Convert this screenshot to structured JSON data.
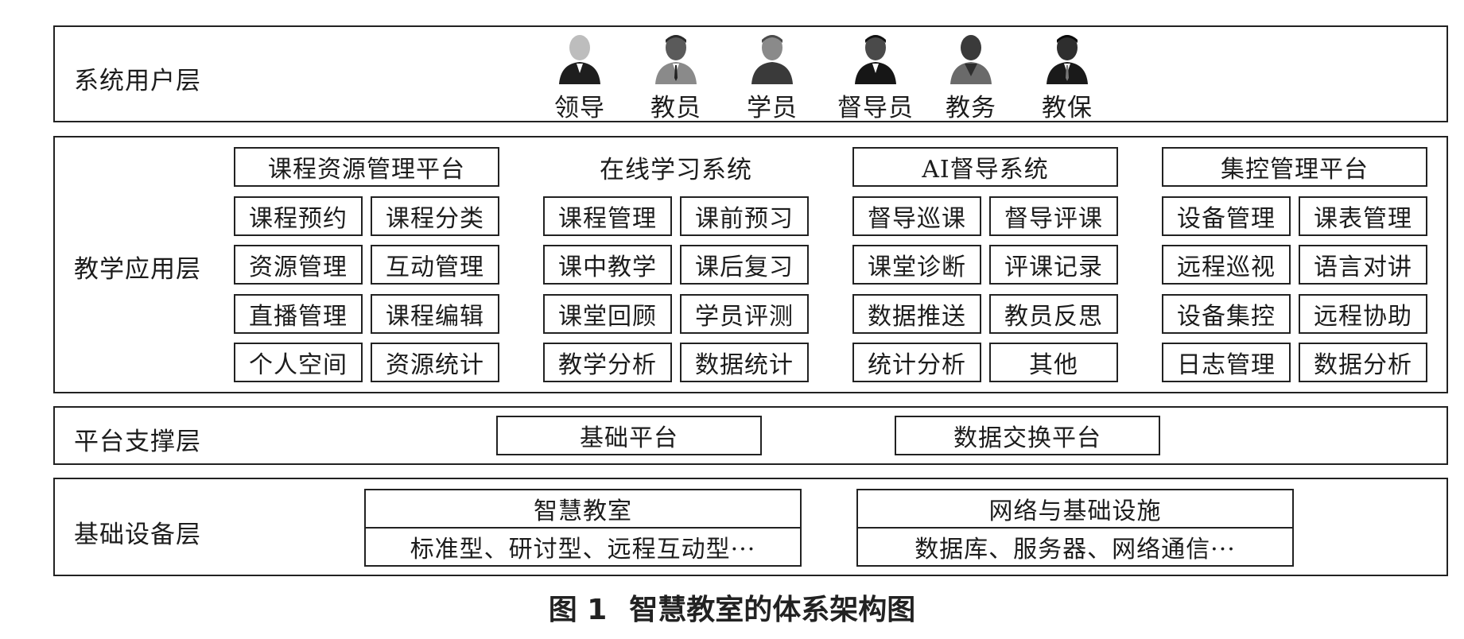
{
  "layers": {
    "user_layer": {
      "label": "系统用户层",
      "users": [
        {
          "name": "领导",
          "icon": "person-icon"
        },
        {
          "name": "教员",
          "icon": "person-icon"
        },
        {
          "name": "学员",
          "icon": "person-icon"
        },
        {
          "name": "督导员",
          "icon": "person-icon"
        },
        {
          "name": "教务",
          "icon": "person-icon"
        },
        {
          "name": "教保",
          "icon": "person-icon"
        }
      ]
    },
    "application_layer": {
      "label": "教学应用层",
      "groups": [
        {
          "title": "课程资源管理平台",
          "items": [
            "课程预约",
            "课程分类",
            "资源管理",
            "互动管理",
            "直播管理",
            "课程编辑",
            "个人空间",
            "资源统计"
          ]
        },
        {
          "title": "在线学习系统",
          "items": [
            "课程管理",
            "课前预习",
            "课中教学",
            "课后复习",
            "课堂回顾",
            "学员评测",
            "教学分析",
            "数据统计"
          ]
        },
        {
          "title": "AI督导系统",
          "items": [
            "督导巡课",
            "督导评课",
            "课堂诊断",
            "评课记录",
            "数据推送",
            "教员反思",
            "统计分析",
            "其他"
          ]
        },
        {
          "title": "集控管理平台",
          "items": [
            "设备管理",
            "课表管理",
            "远程巡视",
            "语言对讲",
            "设备集控",
            "远程协助",
            "日志管理",
            "数据分析"
          ]
        }
      ]
    },
    "support_layer": {
      "label": "平台支撑层",
      "items": [
        "基础平台",
        "数据交换平台"
      ]
    },
    "infrastructure_layer": {
      "label": "基础设备层",
      "groups": [
        {
          "title": "智慧教室",
          "detail": "标准型、研讨型、远程互动型···"
        },
        {
          "title": "网络与基础设施",
          "detail": "数据库、服务器、网络通信···"
        }
      ]
    }
  },
  "caption": {
    "number": "图 1",
    "text": "智慧教室的体系架构图"
  }
}
